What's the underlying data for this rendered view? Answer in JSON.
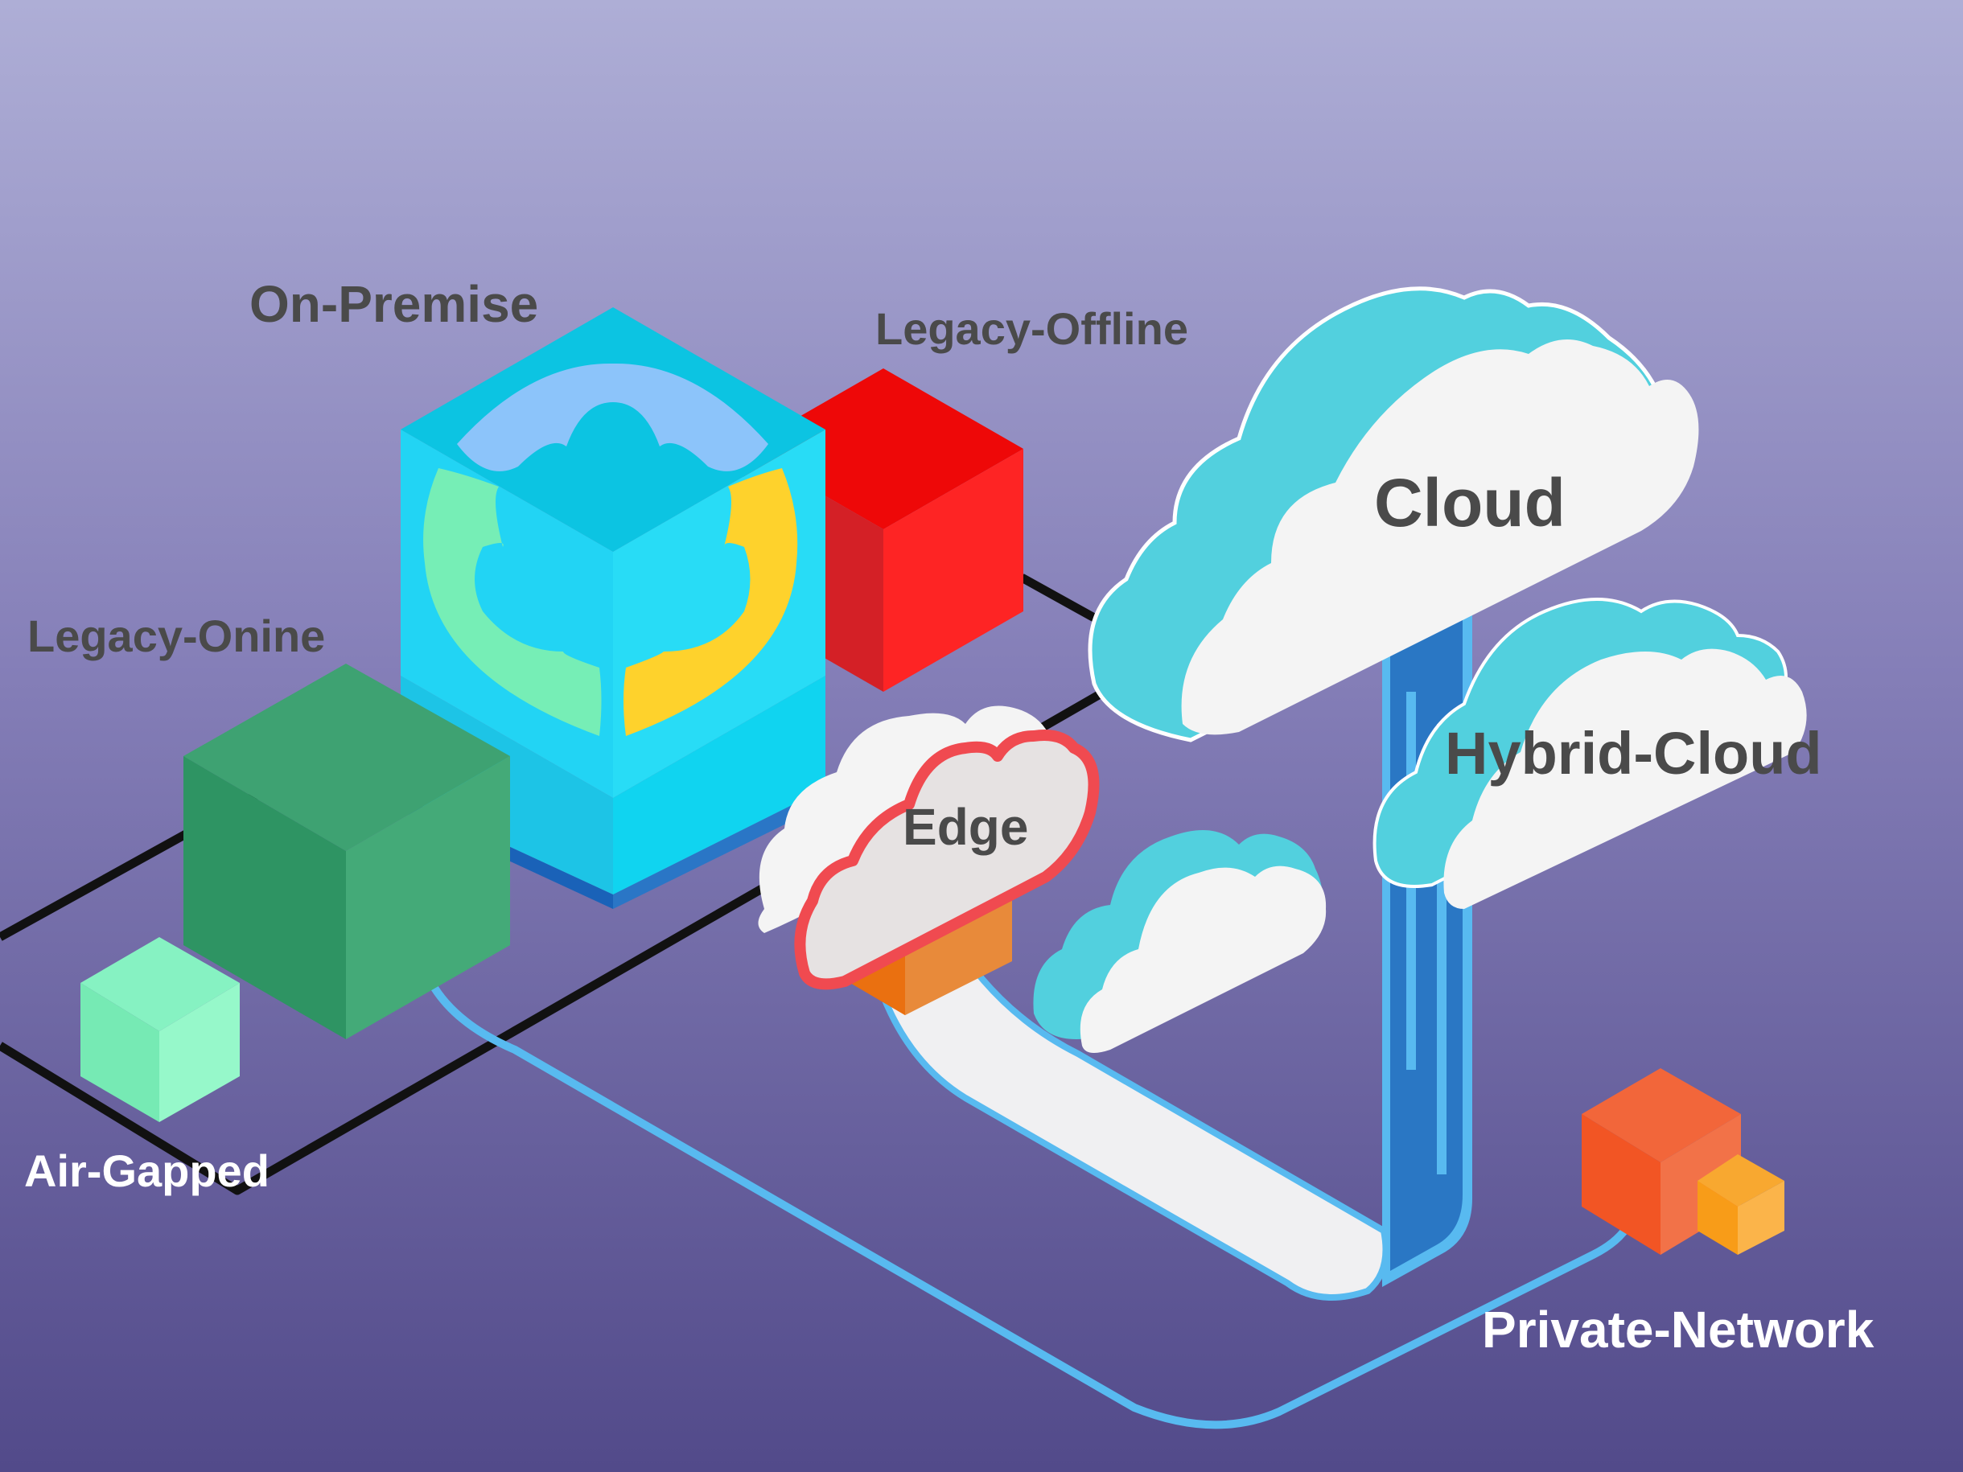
{
  "diagram": {
    "labels": {
      "on_premise": "On-Premise",
      "legacy_offline": "Legacy-Offline",
      "legacy_online": "Legacy-Onine",
      "air_gapped": "Air-Gapped",
      "cloud": "Cloud",
      "hybrid_cloud": "Hybrid-Cloud",
      "edge": "Edge",
      "private_network": "Private-Network"
    },
    "colors": {
      "background_top": "#aeaed6",
      "background_bottom": "#524a8a",
      "on_premise": "#26d8f4",
      "legacy_offline": "#ee1c1c",
      "legacy_online": "#3ea872",
      "air_gapped": "#86f2c2",
      "cloud_white": "#f4f4f4",
      "cloud_shadow": "#52d0de",
      "edge_outline": "#f04a50",
      "edge_box": "#e8893a",
      "pipe_blue": "#2a77c4",
      "private_network_large": "#f2663a",
      "private_network_small": "#f8a830",
      "network_line": "#58baf0",
      "airgap_line": "#111111"
    }
  }
}
